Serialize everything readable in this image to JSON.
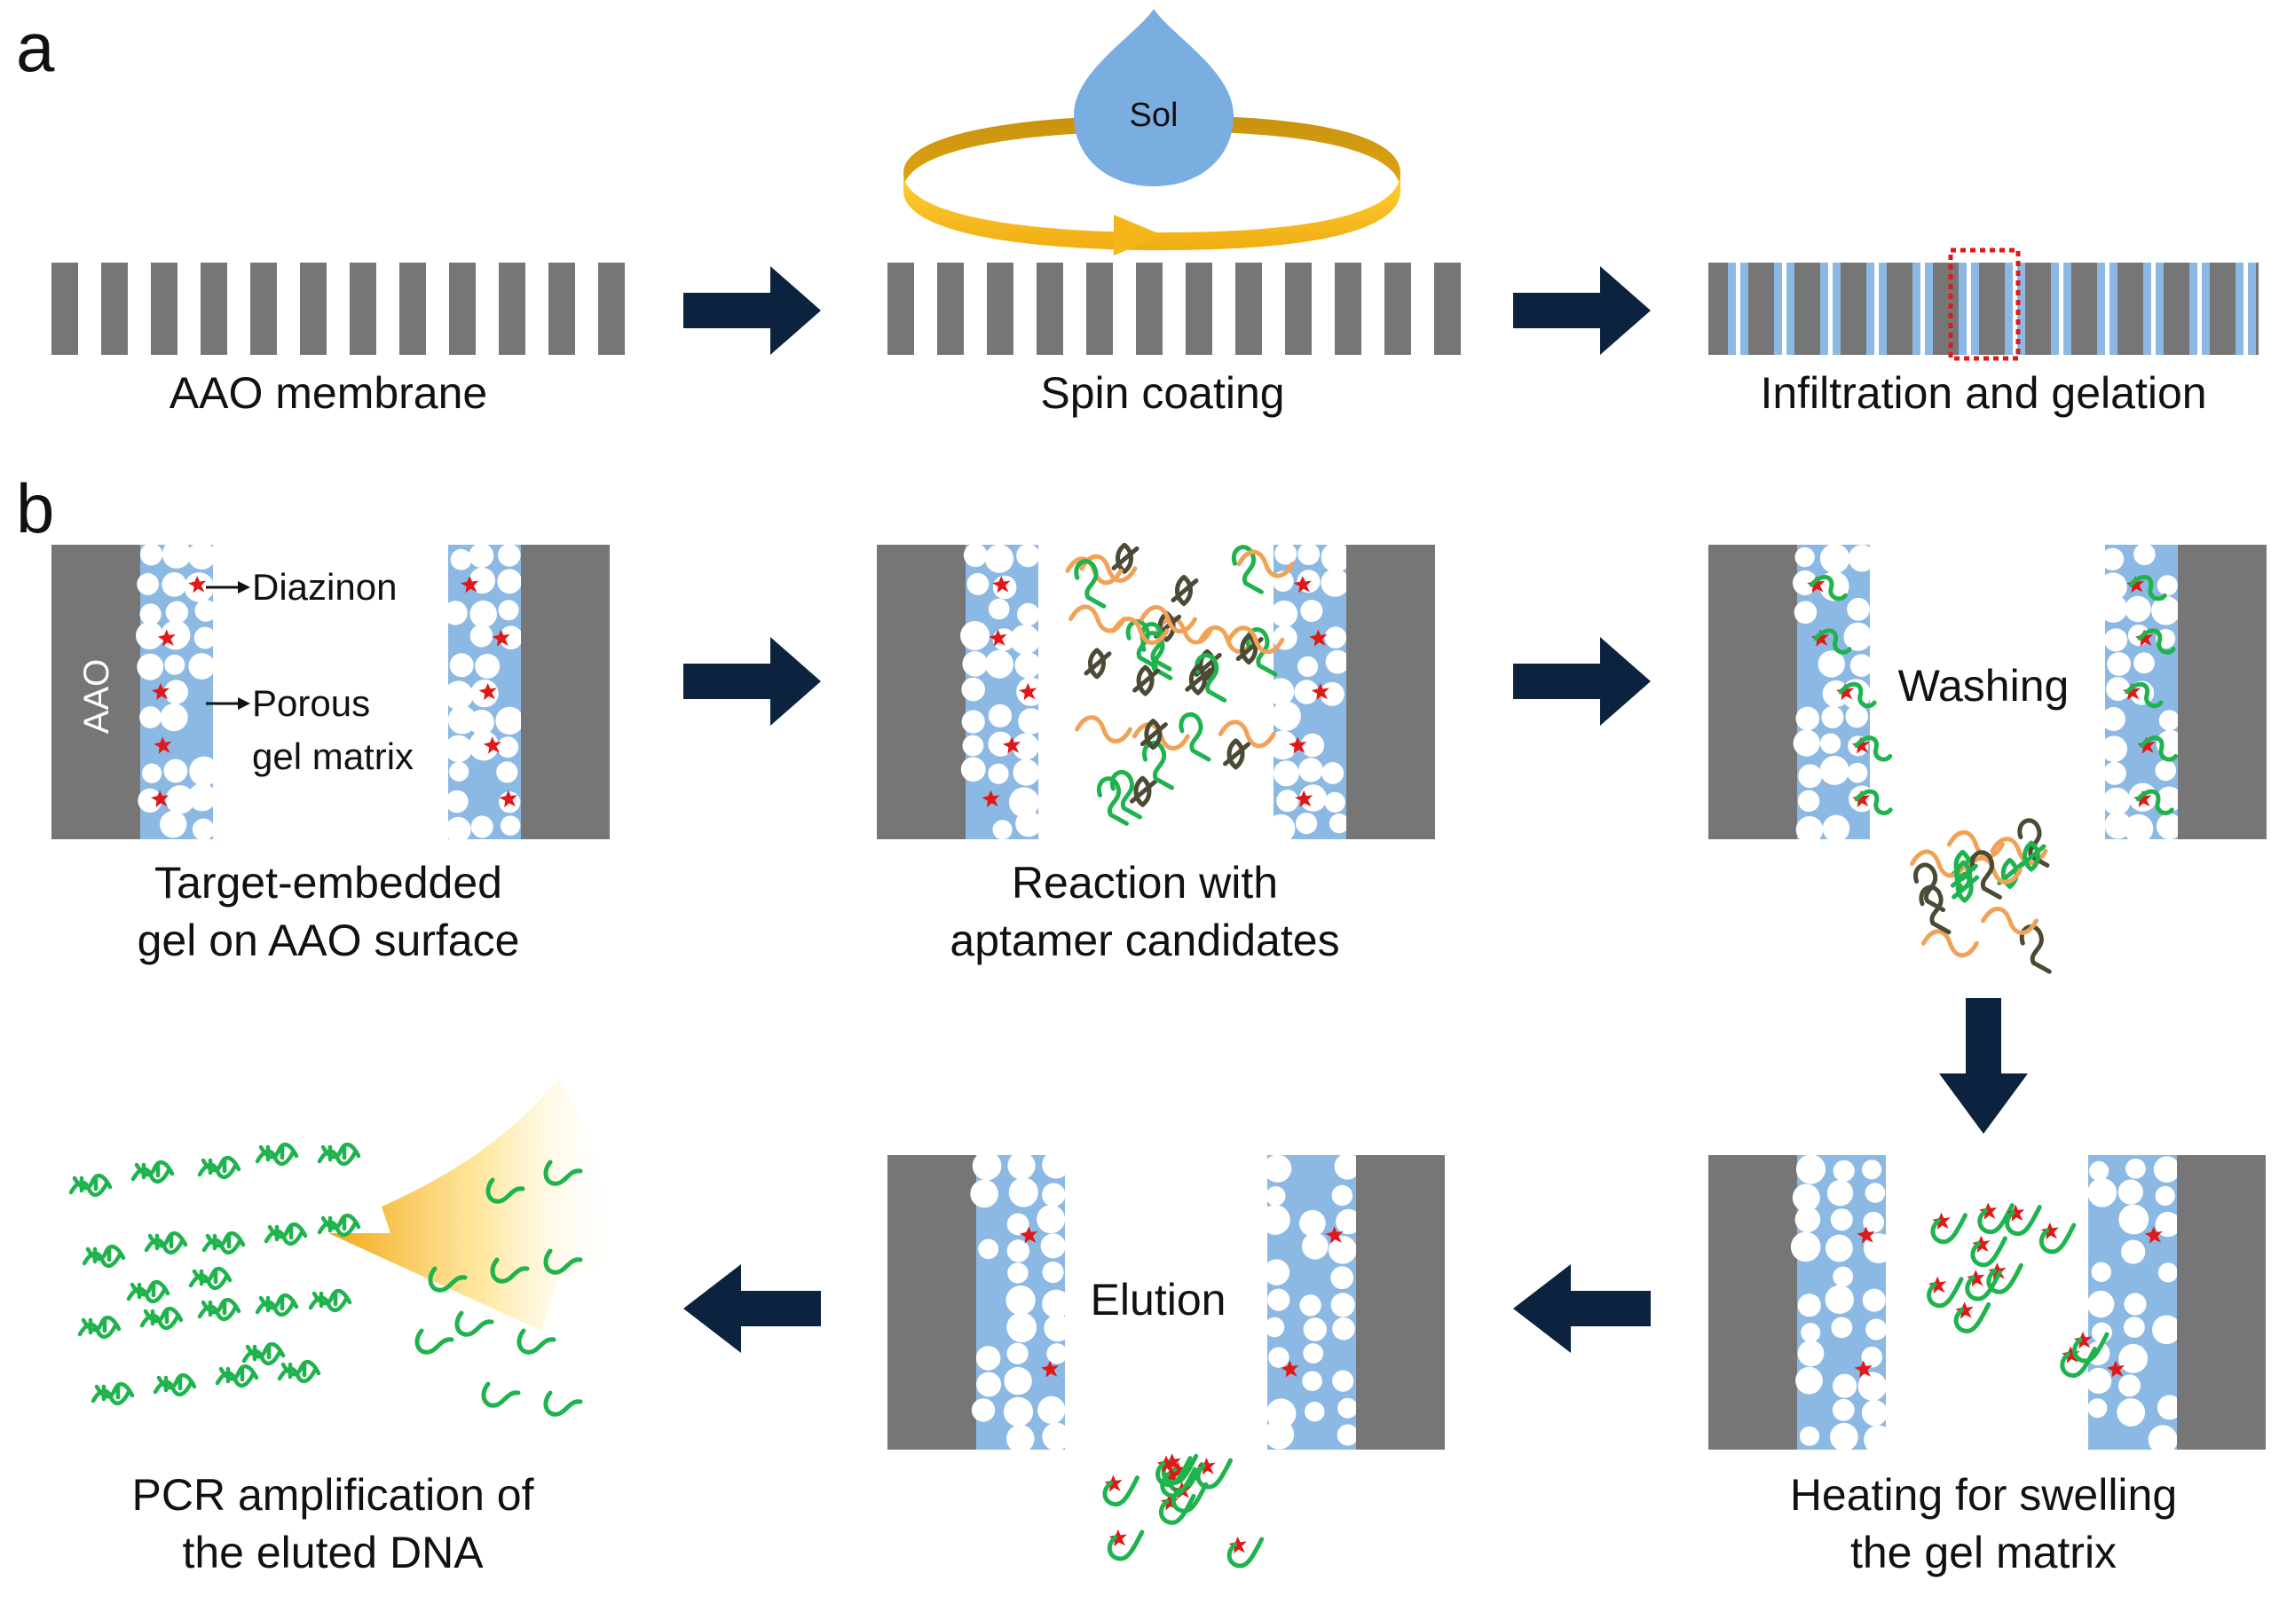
{
  "panel_a": {
    "letter": "a",
    "sol_label": "Sol",
    "captions": [
      "AAO membrane",
      "Spin coating",
      "Infiltration and gelation"
    ]
  },
  "panel_b": {
    "letter": "b",
    "aao_label": "AAO",
    "diazinon_label": "Diazinon",
    "porous_label_1": "Porous",
    "porous_label_2": "gel matrix",
    "washing_label": "Washing",
    "elution_label": "Elution",
    "captions": [
      [
        "Target-embedded",
        "gel on AAO surface"
      ],
      [
        "Reaction with",
        "aptamer candidates"
      ],
      [
        "Heating for swelling",
        "the gel matrix"
      ],
      [
        "PCR amplification of",
        "the eluted DNA"
      ]
    ]
  },
  "colors": {
    "aao_gray": "#767676",
    "gel_blue": "#8cb9e3",
    "arrow_navy": "#0c2340",
    "sol_blue": "#7aaee0",
    "ring_gold": "#f3b419",
    "target_red": "#e01818",
    "aptamer_green": "#1fb34e",
    "aptamer_orange": "#f0a257",
    "aptamer_dark": "#4a4a35",
    "highlight_red": "#e01818"
  }
}
